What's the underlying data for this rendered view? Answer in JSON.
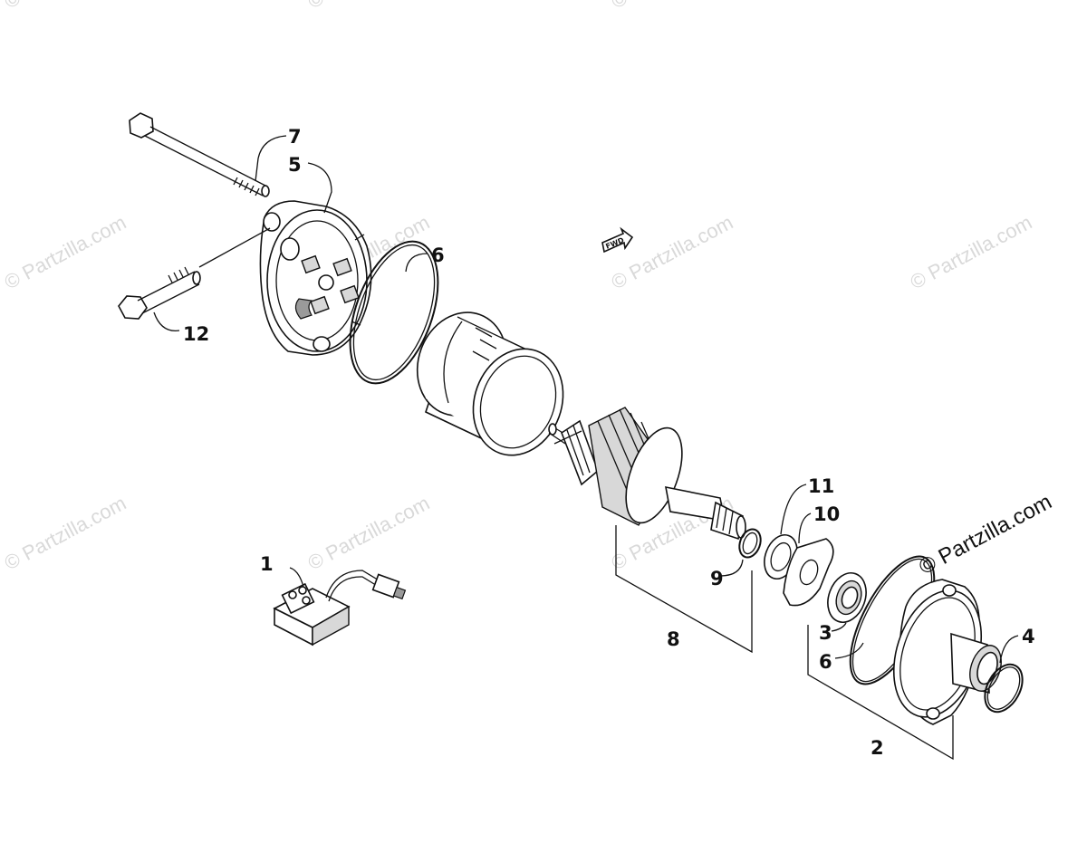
{
  "watermark": {
    "text": "© Partzilla.com",
    "main_text": "© Partzilla.com"
  },
  "fwd_label": "FWD",
  "callouts": {
    "c1": "1",
    "c2": "2",
    "c3": "3",
    "c4": "4",
    "c5": "5",
    "c6a": "6",
    "c6b": "6",
    "c7": "7",
    "c8": "8",
    "c9": "9",
    "c10": "10",
    "c11": "11",
    "c12": "12"
  },
  "colors": {
    "line": "#111111",
    "watermark": "#d9d9d9",
    "background": "#ffffff"
  }
}
